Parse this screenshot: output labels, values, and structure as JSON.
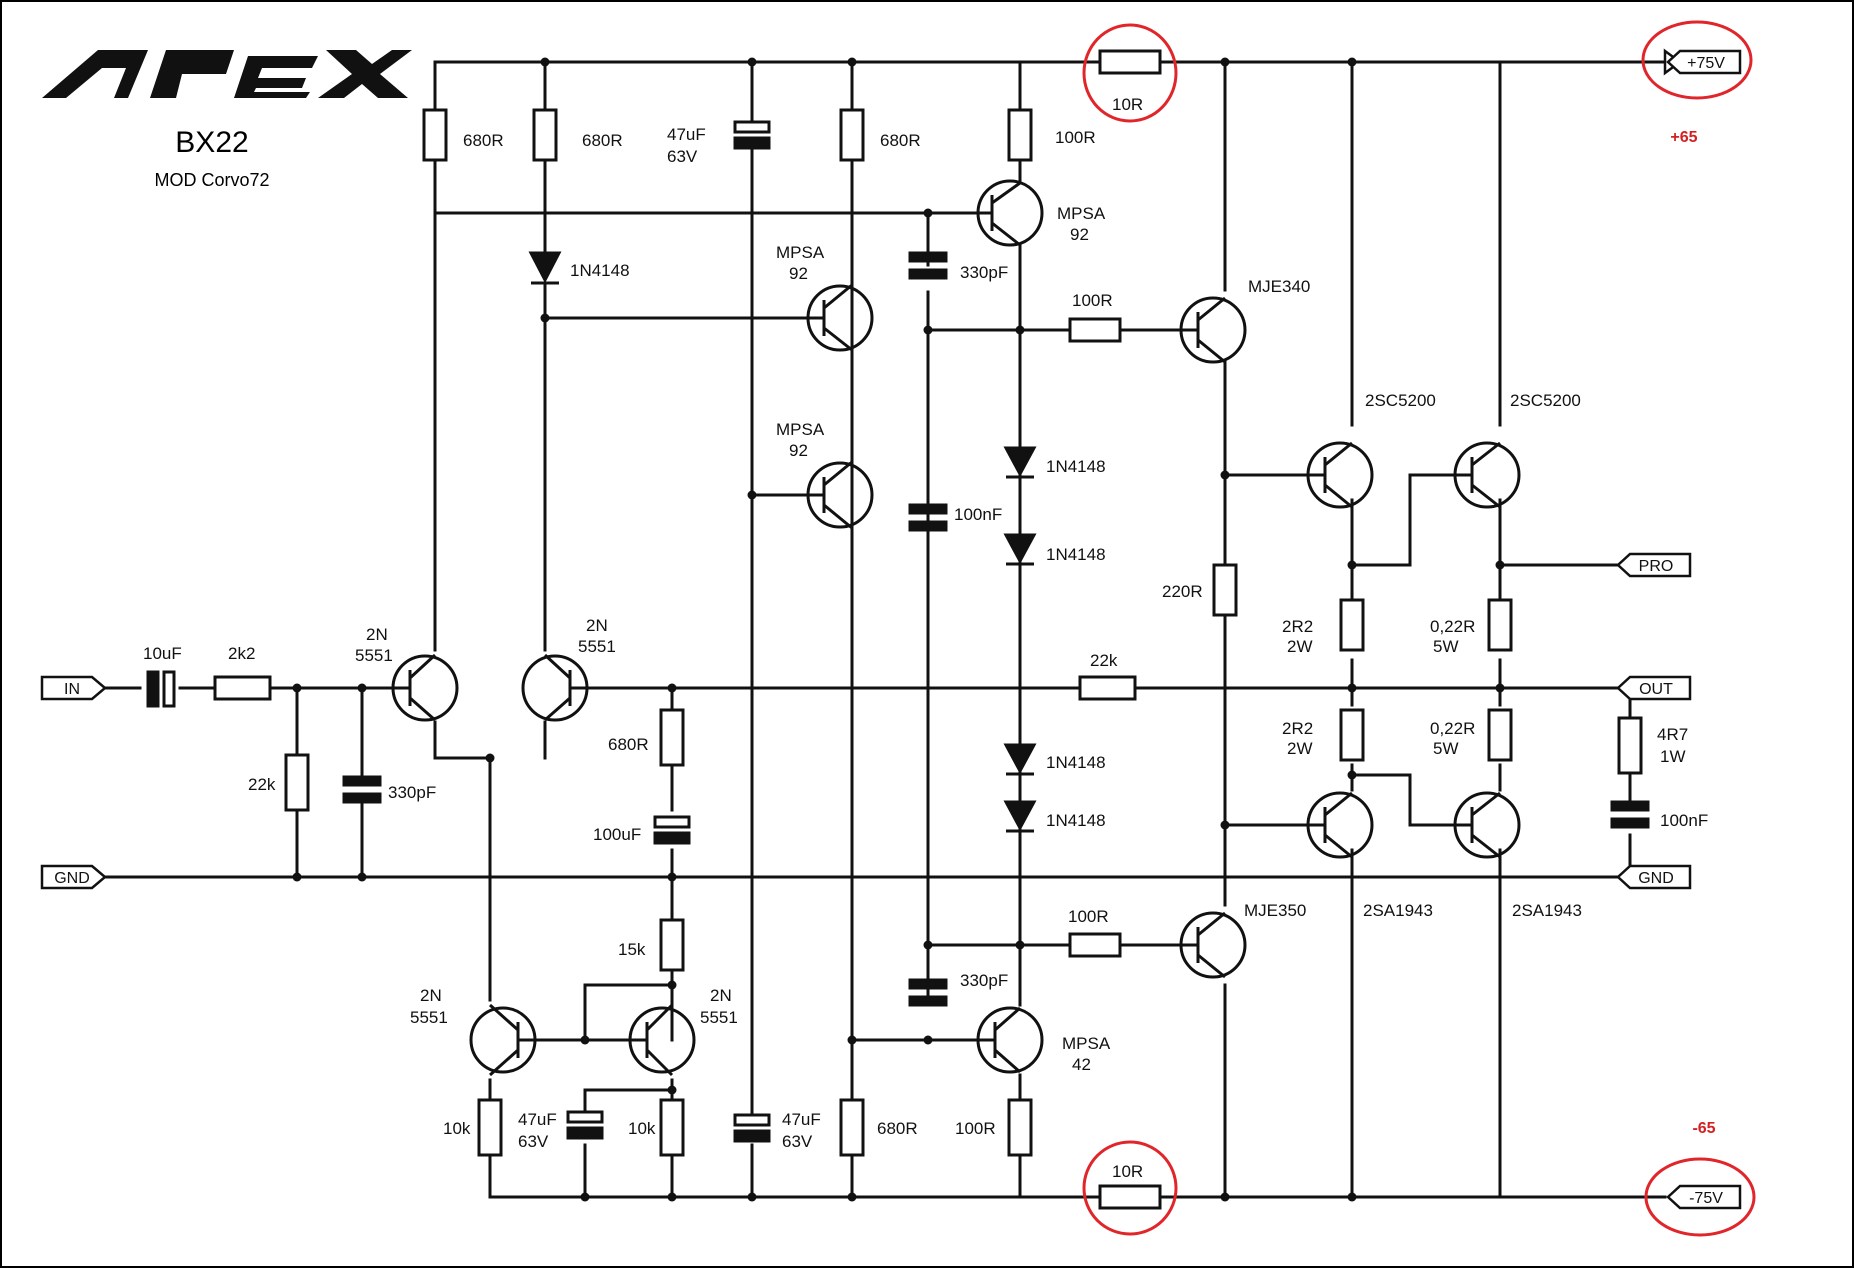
{
  "brand": {
    "logo": "APEX",
    "model": "BX22",
    "mod": "MOD Corvo72"
  },
  "rails": {
    "pos_label": "+75V",
    "neg_label": "-75V",
    "pos_note": "+65",
    "neg_note": "-65",
    "note_color": "#d42020",
    "circle_color": "#e0262a"
  },
  "ports": {
    "in": "IN",
    "gnd_left": "GND",
    "gnd_right": "GND",
    "out": "OUT",
    "pro": "PRO"
  },
  "labels": {
    "r_top1": "680R",
    "r_top2": "680R",
    "c_top_val": "47uF",
    "c_top_v": "63V",
    "r_top3": "680R",
    "r_top4": "100R",
    "r_rail_top": "10R",
    "q_top_name": "MPSA",
    "q_top_num": "92",
    "d_top": "1N4148",
    "q_mid1_name": "MPSA",
    "q_mid1_num": "92",
    "c_330_top": "330pF",
    "r_100_drv_top": "100R",
    "mje340": "MJE340",
    "sc5200_a": "2SC5200",
    "sc5200_b": "2SC5200",
    "q_mid2_name": "MPSA",
    "q_mid2_num": "92",
    "d1": "1N4148",
    "c_100nf_mid": "100nF",
    "d2": "1N4148",
    "r_220": "220R",
    "r_2r2_top": "2R2",
    "w_2r2_top": "2W",
    "r_022_top": "0,22R",
    "w_022_top": "5W",
    "c_in": "10uF",
    "r_in": "2k2",
    "q_in1_a": "2N",
    "q_in1_b": "5551",
    "q_in2_a": "2N",
    "q_in2_b": "5551",
    "r_fb": "22k",
    "r_in_gnd": "22k",
    "c_in_gnd": "330pF",
    "r_680_fb": "680R",
    "c_100u": "100uF",
    "r_2r2_bot": "2R2",
    "w_2r2_bot": "2W",
    "r_022_bot": "0,22R",
    "w_022_bot": "5W",
    "r_4r7": "4R7",
    "w_4r7": "1W",
    "c_zobel": "100nF",
    "d3": "1N4148",
    "d4": "1N4148",
    "r_15k": "15k",
    "r_100_drv_bot": "100R",
    "mje350": "MJE350",
    "sa1943_a": "2SA1943",
    "sa1943_b": "2SA1943",
    "c_330_bot": "330pF",
    "q_cs1_a": "2N",
    "q_cs1_b": "5551",
    "q_cs2_a": "2N",
    "q_cs2_b": "5551",
    "q_vas_name": "MPSA",
    "q_vas_num": "42",
    "r_10k_a": "10k",
    "c_bot_a_val": "47uF",
    "c_bot_a_v": "63V",
    "r_10k_b": "10k",
    "c_bot_b_val": "47uF",
    "c_bot_b_v": "63V",
    "r_680_bot": "680R",
    "r_100_bot": "100R",
    "r_rail_bot": "10R"
  }
}
